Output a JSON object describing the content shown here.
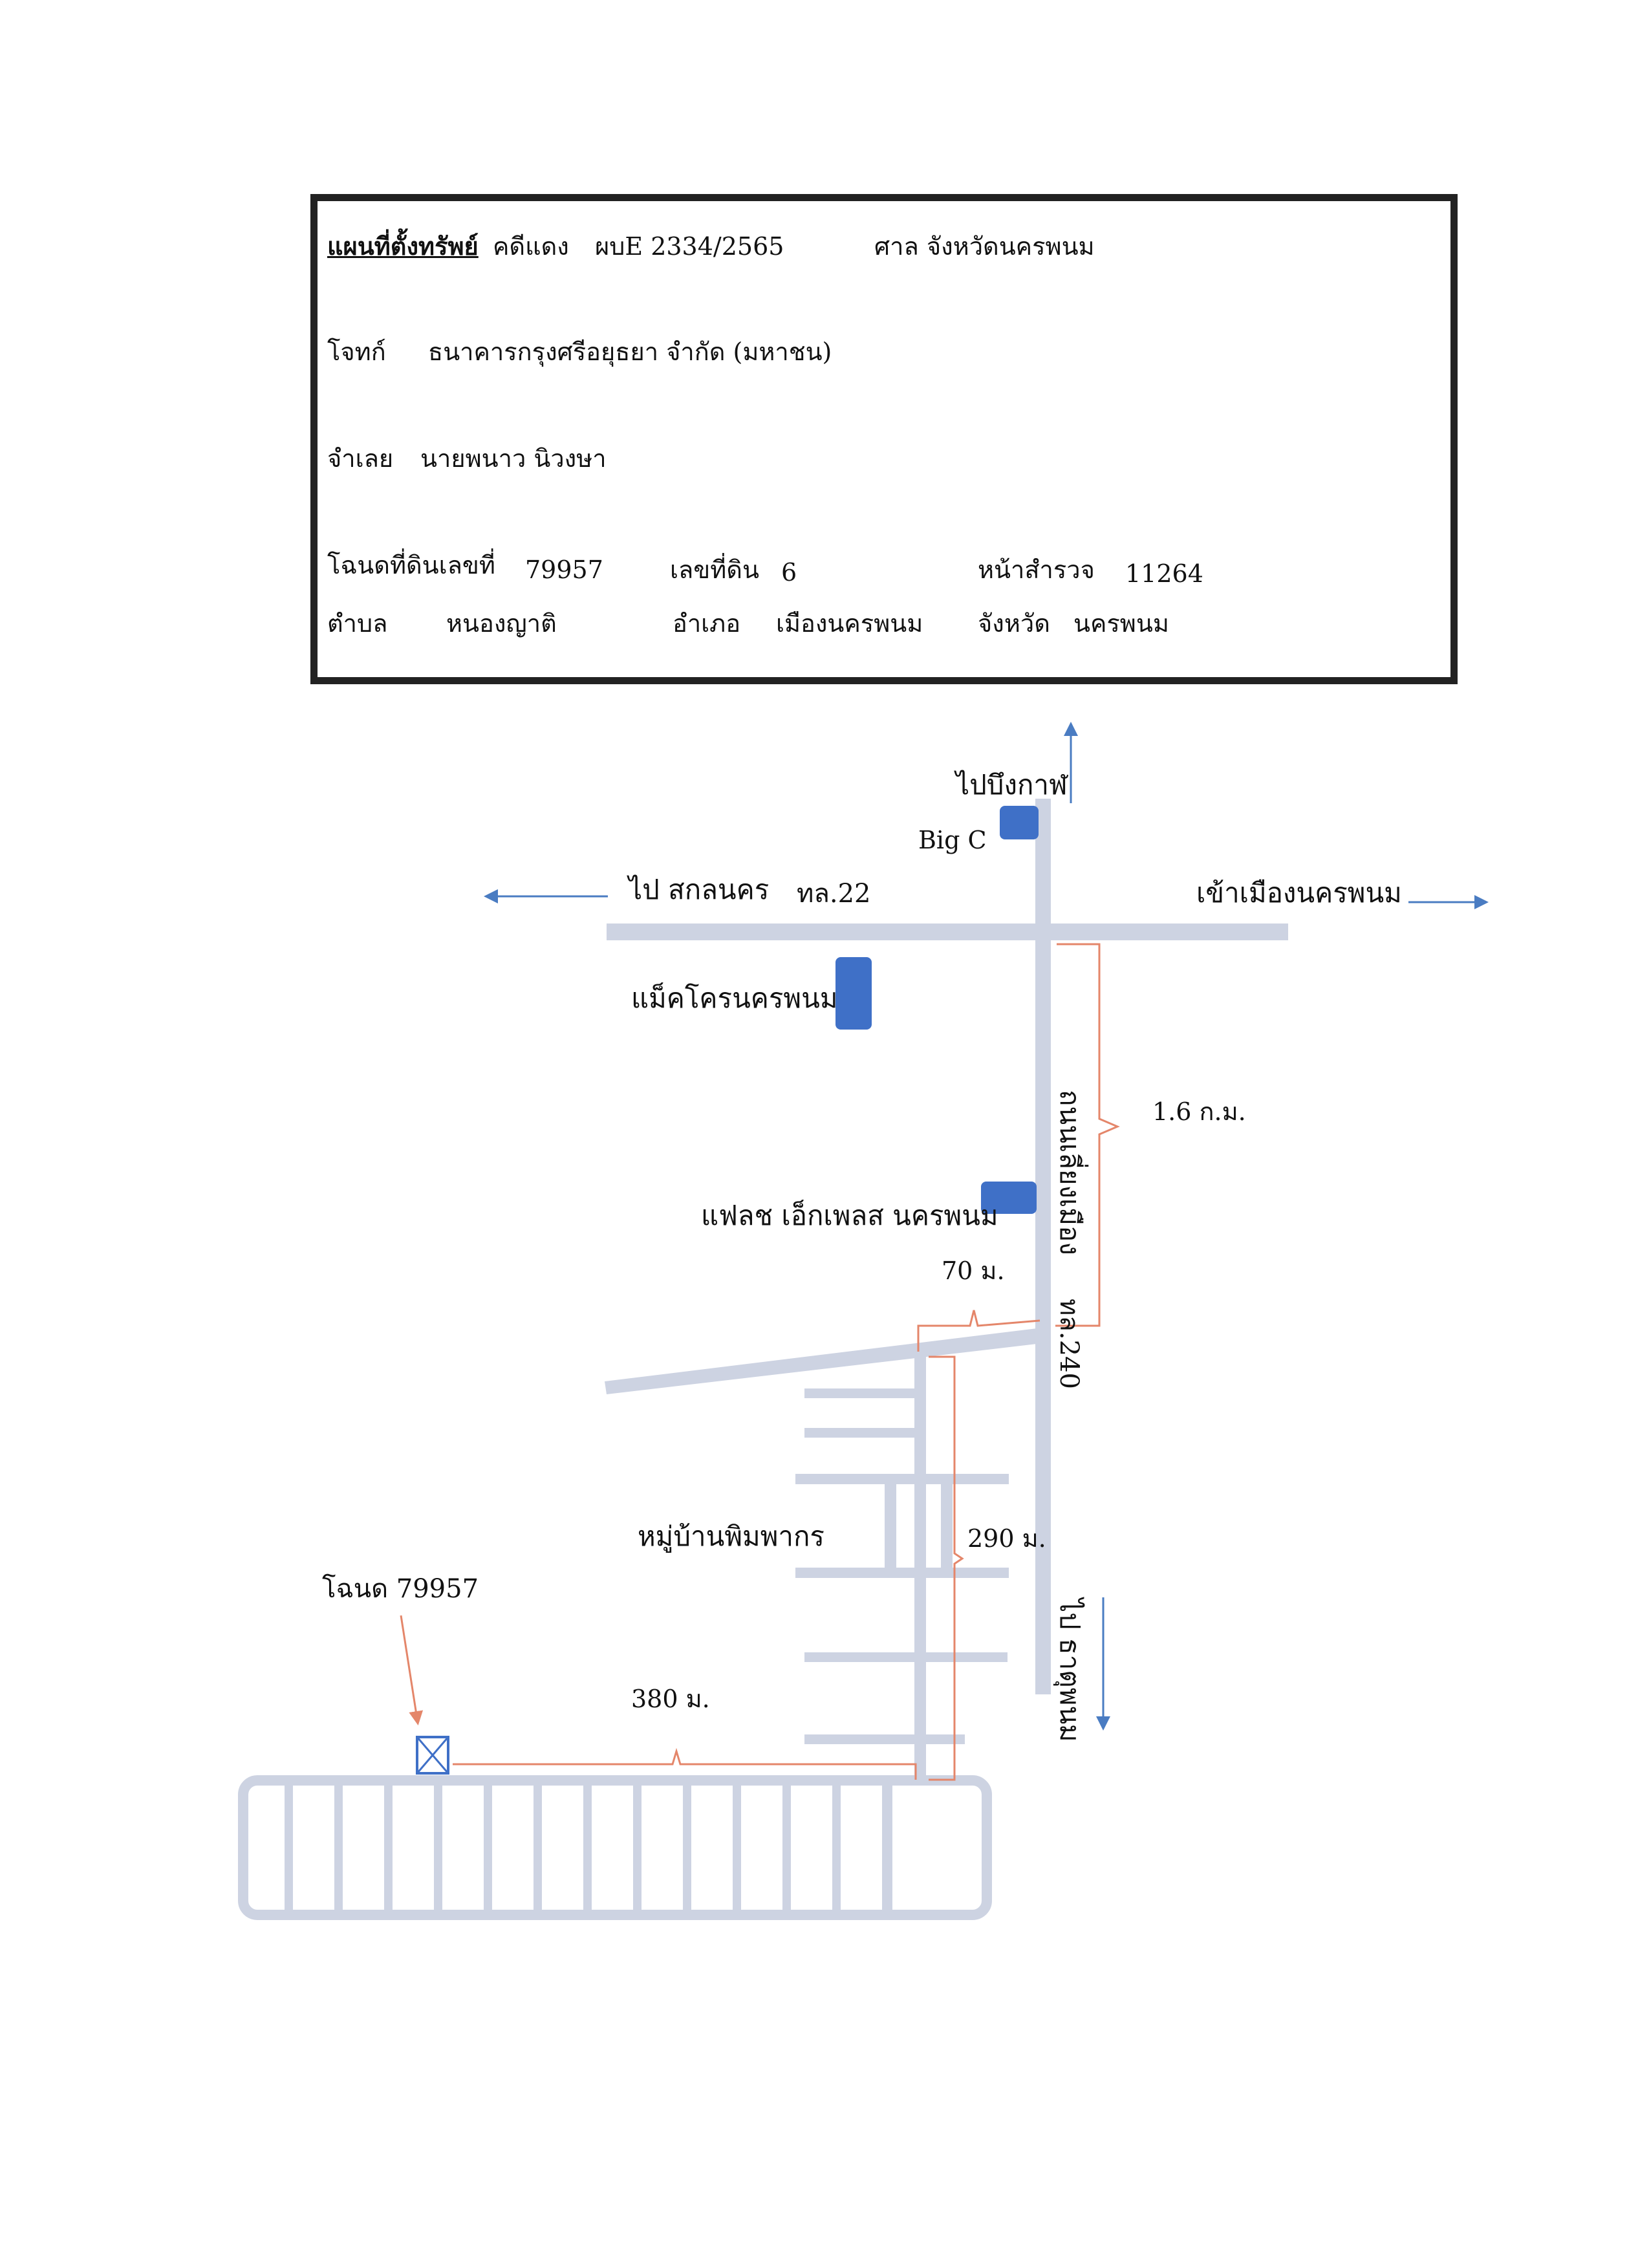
{
  "header": {
    "title": "แผนที่ตั้งทรัพย์",
    "case_type": "คดีแดง",
    "case_number": "ผบE 2334/2565",
    "court": "ศาล  จังหวัดนครพนม",
    "plaintiff_label": "โจทก์",
    "plaintiff": "ธนาคารกรุงศรีอยุธยา จำกัด (มหาชน)",
    "defendant_label": "จำเลย",
    "defendant": "นายพนาว  นิวงษา",
    "deed_label": "โฉนดที่ดินเลขที่",
    "deed_number": "79957",
    "land_no_label": "เลขที่ดิน",
    "land_no": "6",
    "survey_label": "หน้าสำรวจ",
    "survey_no": "11264",
    "subdistrict_label": "ตำบล",
    "subdistrict": "หนองญาติ",
    "district_label": "อำเภอ",
    "district": "เมืองนครพนม",
    "province_label": "จังหวัด",
    "province": "นครพนม"
  },
  "map": {
    "to_bueng_kan": "ไปบึงกาฬ",
    "big_c": "Big C",
    "to_sakon": "ไป สกลนคร",
    "route_22": "ทล.22",
    "into_city": "เข้าเมืองนครพนม",
    "makro": "แม็คโครนครพนม",
    "road_name": "ถนนเลี่ยงเมือง",
    "route_240": "ทล.240",
    "flash": "แฟลช เอ็กเพลส นครพนม",
    "dist_1_6km": "1.6 ก.ม.",
    "dist_70m": "70 ม.",
    "village": "หมู่บ้านพิมพากร",
    "dist_290m": "290 ม.",
    "to_that_phanom": "ไป ธาตุพนม",
    "deed_marker": "โฉนด 79957",
    "dist_380m": "380 ม."
  },
  "colors": {
    "road": "#cdd3e2",
    "landmark": "#3f70c7",
    "arrow": "#4a7cc2",
    "route": "#e4866a",
    "border": "#222222"
  }
}
